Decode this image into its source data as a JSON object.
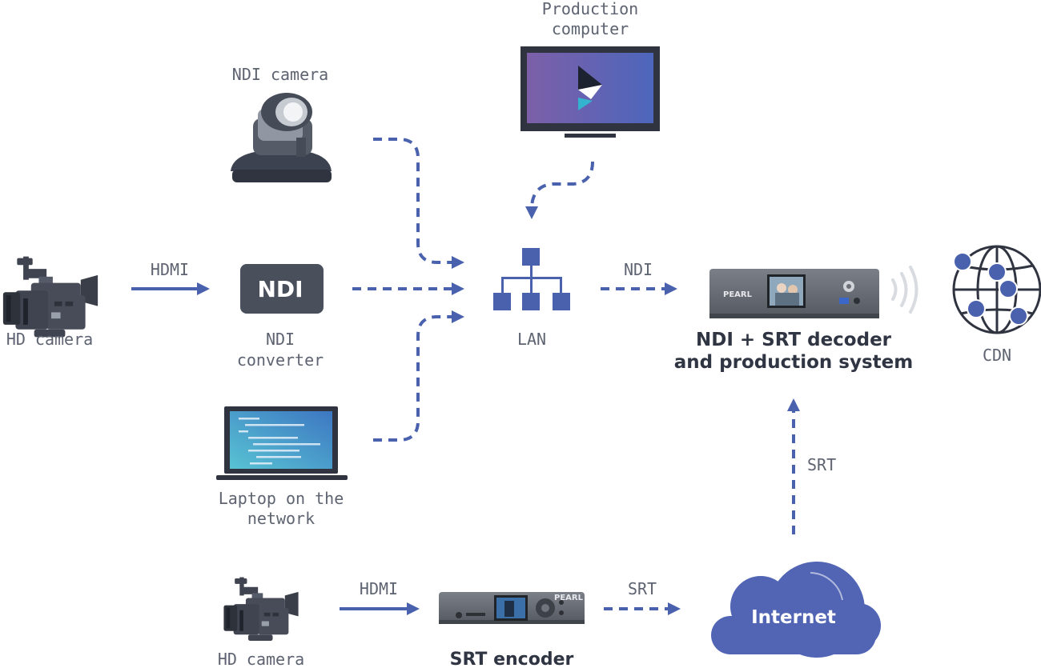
{
  "nodes": {
    "production_computer": {
      "label_line1": "Production",
      "label_line2": "computer",
      "icon": "monitor-icon"
    },
    "ndi_camera": {
      "label": "NDI camera",
      "icon": "ptz-camera-icon"
    },
    "hd_camera_top": {
      "label": "HD camera",
      "icon": "video-camera-icon"
    },
    "ndi_converter": {
      "label_line1": "NDI",
      "label_line2": "converter",
      "badge": "NDI",
      "icon": "ndi-converter-icon"
    },
    "laptop": {
      "label_line1": "Laptop on the",
      "label_line2": "network",
      "icon": "laptop-icon"
    },
    "lan": {
      "label": "LAN",
      "icon": "network-hierarchy-icon"
    },
    "decoder": {
      "title_line1": "NDI + SRT decoder",
      "title_line2": "and production system",
      "brand": "PEARL",
      "icon": "pearl-device-icon"
    },
    "cdn": {
      "label": "CDN",
      "icon": "globe-icon"
    },
    "hd_camera_bottom": {
      "label": "HD camera",
      "icon": "video-camera-icon"
    },
    "srt_encoder": {
      "label": "SRT encoder",
      "brand": "PEARL",
      "icon": "encoder-device-icon"
    },
    "internet": {
      "label": "Internet",
      "icon": "cloud-icon"
    }
  },
  "connections": {
    "hdmi_top": "HDMI",
    "ndi_out": "NDI",
    "srt_up": "SRT",
    "hdmi_bottom": "HDMI",
    "srt_out": "SRT"
  },
  "colors": {
    "accent": "#4a62ad",
    "device_dark": "#4a4f5c",
    "text": "#5d6370",
    "cloud": "#5265b4"
  }
}
